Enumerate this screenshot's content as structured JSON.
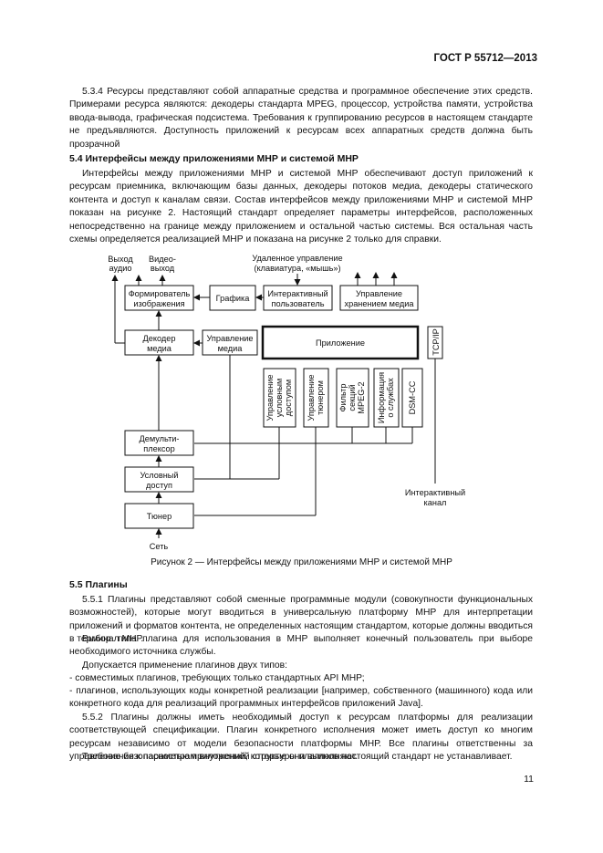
{
  "header": "ГОСТ Р 55712—2013",
  "p_534": "5.3.4 Ресурсы представляют собой аппаратные средства и программное обеспечение этих средств. Примерами ресурса являются: декодеры стандарта MPEG, процессор, устройства памяти, устройства ввода-вывода, графическая подсистема. Требования к группированию ресурсов в настоящем стандарте не предъявляются. Доступность приложений к ресурсам всех аппаратных средств должна быть прозрачной",
  "h_54": "5.4 Интерфейсы между приложениями МНР и системой МНР",
  "p_54": "Интерфейсы между приложениями МНР и системой МНР обеспечивают доступ приложений к ресурсам приемника, включающим базы данных, декодеры потоков медиа, декодеры статического контента и доступ к каналам связи. Состав интерфейсов между приложениями МНР и системой МНР показан на рисунке 2. Настоящий стандарт определяет параметры интерфейсов, расположенных непосредственно на границе между приложением и остальной частью системы. Вся остальная часть схемы определяется реализацией МНР и показана на рисунке 2 только для справки.",
  "diagram": {
    "audio_out": [
      "Выход",
      "аудио"
    ],
    "video_out": [
      "Видео-",
      "выход"
    ],
    "remote_control": [
      "Удаленное управление",
      "(клавиатура, «мышь»)"
    ],
    "image_former": [
      "Формирователь",
      "изображения"
    ],
    "graphics": "Графика",
    "interactive_user": [
      "Интерактивный",
      "пользователь"
    ],
    "storage_mgmt": [
      "Управление",
      "хранением медиа"
    ],
    "media_decoder": [
      "Декодер",
      "медиа"
    ],
    "media_mgmt": [
      "Управление",
      "медиа"
    ],
    "application": "Приложение",
    "tcpip": "TCP/IP",
    "vert1": [
      "Управление",
      "условным",
      "доступом"
    ],
    "vert2": [
      "Управление",
      "тюнером"
    ],
    "vert3": [
      "Фильтр",
      "секций",
      "MPEG-2"
    ],
    "vert4": [
      "Информация",
      "о службах"
    ],
    "vert5": "DSM-CC",
    "demux": [
      "Демульти-",
      "плексор"
    ],
    "cond_access": [
      "Условный",
      "доступ"
    ],
    "tuner": "Тюнер",
    "network": "Сеть",
    "interactive_channel": [
      "Интерактивный",
      "канал"
    ]
  },
  "caption": "Рисунок 2 — Интерфейсы между приложениями МНР и системой МНР",
  "h_55": "5.5 Плагины",
  "p_551a": "5.5.1 Плагины представляют собой сменные программные модули (совокупности функциональных возможностей), которые могут вводиться в универсальную платформу МНР для интерпретации приложений и форматов контента, не определенных настоящим стандартом, которые должны вводиться в терминал МНР.",
  "p_551b": "Выбор типа плагина для использования в МНР выполняет конечный пользователь при выборе необходимого источника службы.",
  "p_551c": "Допускается применение плагинов двух типов:",
  "p_551d": "- совместимых плагинов, требующих только стандартных API МНР;",
  "p_551e": "- плагинов, использующих коды конкретной реализации [например, собственного (машинного) кода или конкретного кода для реализаций программных интерфейсов приложений Java].",
  "p_552": "5.5.2 Плагины должны иметь необходимый доступ к ресурсам платформы для реализации соответствующей спецификации. Плагин конкретного исполнения может иметь доступ ко многим ресурсам независимо от модели безопасности платформы МНР. Все плагины ответственны за управление безопасностью приложений, которые они выполняют.",
  "p_552b": "Требования к параметрам внутренней структуры плагинов настоящий стандарт не устанавливает.",
  "page_number": "11"
}
